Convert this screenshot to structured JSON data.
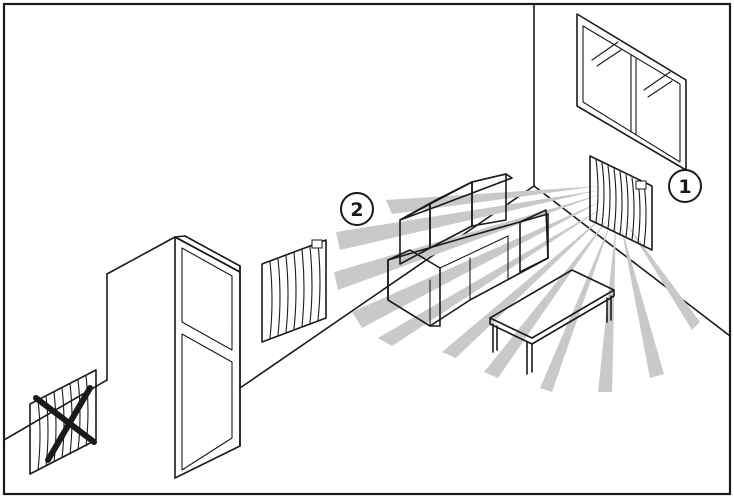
{
  "callouts": [
    {
      "id": "1",
      "label": "1"
    },
    {
      "id": "2",
      "label": "2"
    }
  ],
  "colors": {
    "line": "#1a1a1a",
    "heat_rays": "#c9c9c9",
    "background": "#ffffff"
  },
  "icons": [
    "window",
    "radiator",
    "door",
    "sofa",
    "coffee-table",
    "cross-mark"
  ]
}
